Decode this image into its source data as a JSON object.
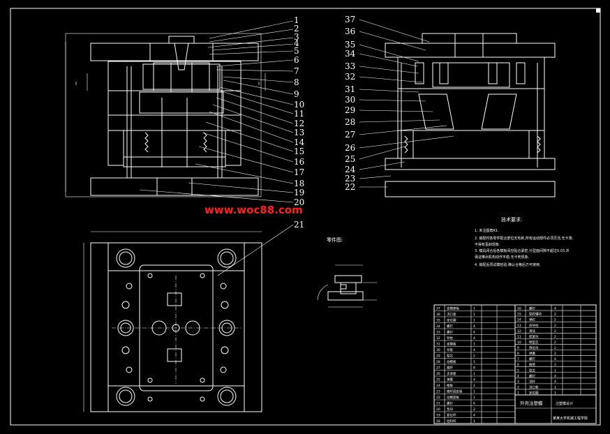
{
  "watermark": "www.woc88.com",
  "section_marks": {
    "left": "I",
    "right": "I"
  },
  "part_label": "零件图:",
  "tech_title": "技术要求:",
  "tech_notes": [
    "1. 未注圆角R1.",
    "2. 装配时各零件配合部位无毛刺,所有运动部件必须灵活,无卡滞、",
    "   不得有歪斜现象.",
    "3. 模具闭合后各模板间应贴合紧密,分型面间隙不超过0.03,并",
    "   保证推出机构动作平稳,无卡死现象.",
    "4. 装配后须试模检验,确认合格后方可使用."
  ],
  "colors": {
    "background": "#000000",
    "lines": "#ffffff",
    "watermark": "#ff2020",
    "accent": "#d83030"
  },
  "callouts_left": [
    "1",
    "2",
    "3",
    "4",
    "5",
    "6",
    "7",
    "8",
    "9",
    "10",
    "11",
    "12",
    "13",
    "14",
    "15",
    "16",
    "17",
    "18",
    "19",
    "20",
    "21"
  ],
  "callouts_right": [
    "37",
    "36",
    "35",
    "34",
    "33",
    "32",
    "31",
    "30",
    "29",
    "28",
    "27",
    "26",
    "25",
    "24",
    "23",
    "22"
  ],
  "bom_left": [
    {
      "no": "37",
      "name": "定模座板",
      "qty": "1"
    },
    {
      "no": "36",
      "name": "浇口套",
      "qty": "1"
    },
    {
      "no": "35",
      "name": "定位圈",
      "qty": "1"
    },
    {
      "no": "34",
      "name": "螺钉",
      "qty": "4"
    },
    {
      "no": "33",
      "name": "螺钉",
      "qty": "4"
    },
    {
      "no": "32",
      "name": "导柱",
      "qty": "4"
    },
    {
      "no": "31",
      "name": "定模板",
      "qty": "1"
    },
    {
      "no": "30",
      "name": "导套",
      "qty": "4"
    },
    {
      "no": "29",
      "name": "型芯",
      "qty": "2"
    },
    {
      "no": "28",
      "name": "动模板",
      "qty": "1"
    },
    {
      "no": "27",
      "name": "推杆",
      "qty": "8"
    },
    {
      "no": "26",
      "name": "支承板",
      "qty": "1"
    },
    {
      "no": "25",
      "name": "弹簧",
      "qty": "4"
    },
    {
      "no": "24",
      "name": "推板",
      "qty": "1"
    },
    {
      "no": "23",
      "name": "推杆固定板",
      "qty": "1"
    },
    {
      "no": "22",
      "name": "动模座板",
      "qty": "1"
    },
    {
      "no": "21",
      "name": "螺钉",
      "qty": "6"
    },
    {
      "no": "20",
      "name": "垫块",
      "qty": "2"
    },
    {
      "no": "19",
      "name": "复位杆",
      "qty": "4"
    },
    {
      "no": "18",
      "name": "拉料杆",
      "qty": "1"
    }
  ],
  "bom_right": [
    {
      "no": "16",
      "name": "螺钉",
      "qty": "4"
    },
    {
      "no": "15",
      "name": "型腔镶块",
      "qty": "2"
    },
    {
      "no": "14",
      "name": "销钉",
      "qty": "2"
    },
    {
      "no": "13",
      "name": "斜导柱",
      "qty": "2"
    },
    {
      "no": "12",
      "name": "滑块",
      "qty": "2"
    },
    {
      "no": "11",
      "name": "楔紧块",
      "qty": "2"
    },
    {
      "no": "10",
      "name": "侧型芯",
      "qty": "2"
    },
    {
      "no": "9",
      "name": "限位块",
      "qty": "2"
    },
    {
      "no": "8",
      "name": "弹簧",
      "qty": "2"
    },
    {
      "no": "7",
      "name": "螺钉",
      "qty": "4"
    },
    {
      "no": "6",
      "name": "推管",
      "qty": "2"
    },
    {
      "no": "5",
      "name": "型芯",
      "qty": "1"
    },
    {
      "no": "4",
      "name": "螺钉",
      "qty": "4"
    },
    {
      "no": "3",
      "name": "顶杆",
      "qty": "4"
    },
    {
      "no": "2",
      "name": "浇口套",
      "qty": "1"
    },
    {
      "no": "1",
      "name": "定位圈",
      "qty": "1"
    }
  ],
  "title_block": {
    "drawing_name": "外壳注塑模",
    "school": "注塑模设计",
    "company": "某某大学机械工程学院"
  }
}
